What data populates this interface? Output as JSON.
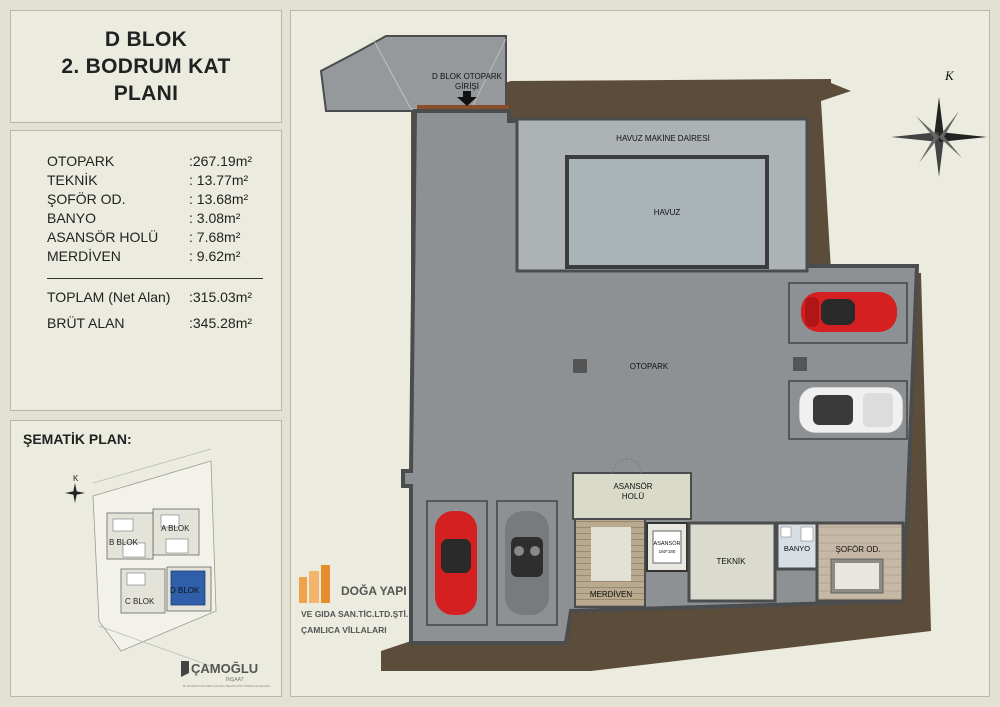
{
  "title": {
    "line1": "D BLOK",
    "line2": "2. BODRUM KAT",
    "line3": "PLANI"
  },
  "areas": [
    {
      "name": "OTOPARK",
      "value": ":267.19m²"
    },
    {
      "name": "TEKNİK",
      "value": ":  13.77m²"
    },
    {
      "name": "ŞOFÖR OD.",
      "value": ":  13.68m²"
    },
    {
      "name": "BANYO",
      "value": ":    3.08m²"
    },
    {
      "name": "ASANSÖR HOLÜ",
      "value": ":   7.68m²"
    },
    {
      "name": "MERDİVEN",
      "value": ":   9.62m²"
    }
  ],
  "total": {
    "name": "TOPLAM (Net Alan)",
    "value": ":315.03m²"
  },
  "gross": {
    "name": "BRÜT ALAN",
    "value": ":345.28m²"
  },
  "schematic": {
    "title": "ŞEMATİK PLAN:",
    "north": "K",
    "blocks": {
      "a": "A BLOK",
      "b": "B BLOK",
      "c": "C BLOK",
      "d": "D BLOK"
    },
    "company": "ÇAMOĞLU",
    "company_sub": "İNŞAAT",
    "fineprint": "BU PROJENİN TELİF HAKKI ÇAMOĞLU İNŞAATA AİTTİR. İZİNSİZ KULLANILAMAZ."
  },
  "plan": {
    "north": "K",
    "entrance": "D BLOK OTOPARK",
    "entrance2": "GİRİŞİ",
    "pool_room": "HAVUZ MAKİNE DAİRESİ",
    "pool": "HAVUZ",
    "parking": "OTOPARK",
    "elevator_hall_1": "ASANSÖR",
    "elevator_hall_2": "HOLÜ",
    "elevator": "ASANSÖR",
    "elevator_sub": "160*180",
    "technical": "TEKNİK",
    "bathroom": "BANYO",
    "driver_room": "ŞOFÖR OD.",
    "stairs": "MERDİVEN"
  },
  "developer": {
    "line1": "DOĞA YAPI",
    "line2": "VE GIDA SAN.TİC.LTD.ŞTİ.",
    "line3": "ÇAMLICA VİLLALARI"
  },
  "colors": {
    "floor": "#8e9193",
    "wall": "#4a4c4e",
    "earth": "#5c4d3a",
    "pool": "#aab4b8",
    "car_red": "#d42020",
    "car_white": "#f0f0f0"
  }
}
